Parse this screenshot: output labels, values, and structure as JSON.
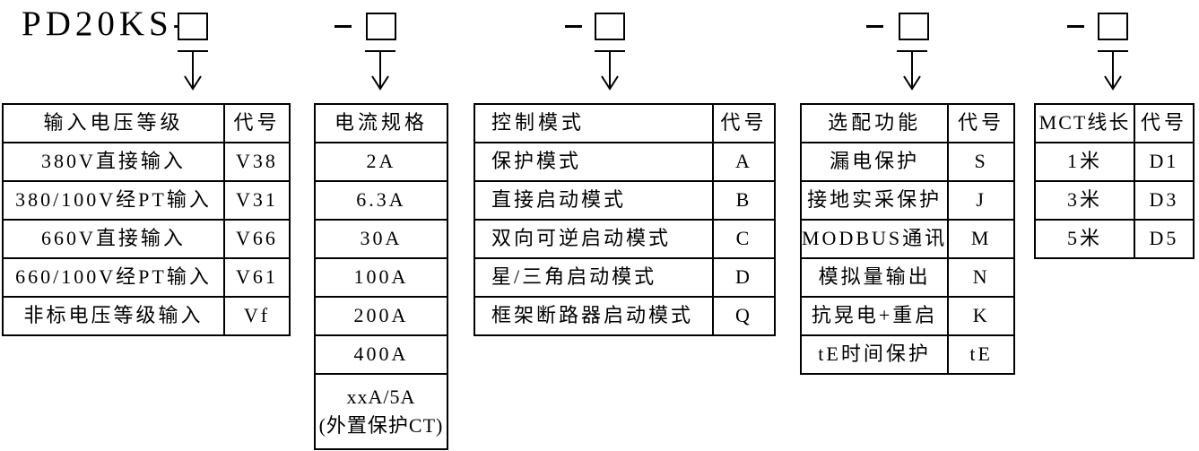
{
  "page": {
    "background_color": "#ffffff",
    "line_color": "#000000"
  },
  "model_code": {
    "prefix": "PD20KS-",
    "placeholder_box_count": 5,
    "separator": "-"
  },
  "tables": [
    {
      "name": "input-voltage-level",
      "headers": [
        "输入电压等级",
        "代号"
      ],
      "rows": [
        [
          "380V直接输入",
          "V38"
        ],
        [
          "380/100V经PT输入",
          "V31"
        ],
        [
          "660V直接输入",
          "V66"
        ],
        [
          "660/100V经PT输入",
          "V61"
        ],
        [
          "非标电压等级输入",
          "Vf"
        ]
      ]
    },
    {
      "name": "current-spec",
      "headers": [
        "电流规格"
      ],
      "rows": [
        [
          "2A"
        ],
        [
          "6.3A"
        ],
        [
          "30A"
        ],
        [
          "100A"
        ],
        [
          "200A"
        ],
        [
          "400A"
        ],
        [
          "xxA/5A\n(外置保护CT)"
        ]
      ]
    },
    {
      "name": "control-mode",
      "headers": [
        "控制模式",
        "代号"
      ],
      "rows": [
        [
          "保护模式",
          "A"
        ],
        [
          "直接启动模式",
          "B"
        ],
        [
          "双向可逆启动模式",
          "C"
        ],
        [
          "星/三角启动模式",
          "D"
        ],
        [
          "框架断路器启动模式",
          "Q"
        ]
      ]
    },
    {
      "name": "optional-functions",
      "headers": [
        "选配功能",
        "代号"
      ],
      "rows": [
        [
          "漏电保护",
          "S"
        ],
        [
          "接地实采保护",
          "J"
        ],
        [
          "MODBUS通讯",
          "M"
        ],
        [
          "模拟量输出",
          "N"
        ],
        [
          "抗晃电+重启",
          "K"
        ],
        [
          "tE时间保护",
          "tE"
        ]
      ]
    },
    {
      "name": "mct-cable-length",
      "headers": [
        "MCT线长",
        "代号"
      ],
      "rows": [
        [
          "1米",
          "D1"
        ],
        [
          "3米",
          "D3"
        ],
        [
          "5米",
          "D5"
        ]
      ]
    }
  ]
}
